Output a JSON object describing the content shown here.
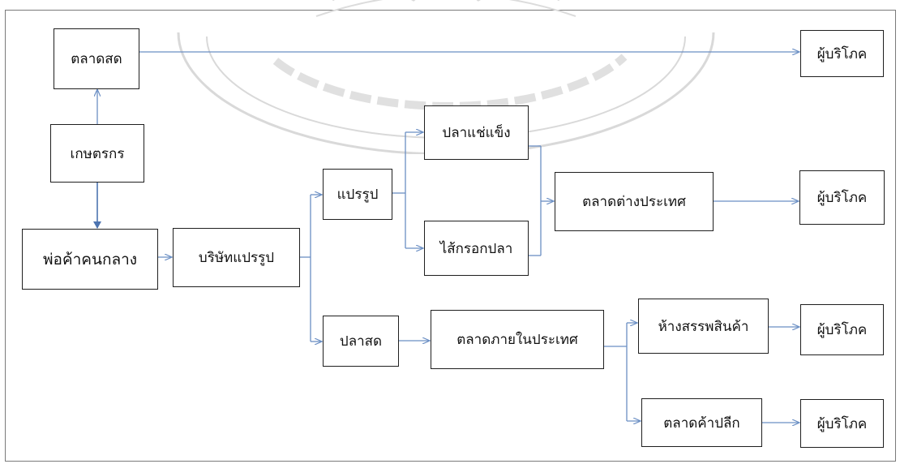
{
  "nodes": {
    "fresh_market": "ตลาดสด",
    "farmer": "เกษตรกร",
    "middleman": "พ่อค้าคนกลาง",
    "processor": "บริษัทแปรรูป",
    "processed": "แปรรูป",
    "frozen_fish": "ปลาแช่แข็ง",
    "fish_sausage": "ไส้กรอกปลา",
    "foreign_market": "ตลาดต่างประเทศ",
    "fresh_fish": "ปลาสด",
    "domestic_market": "ตลาดภายในประเทศ",
    "department_store": "ห้างสรรพสินค้า",
    "retail_market": "ตลาดค้าปลีก",
    "consumer_1": "ผู้บริโภค",
    "consumer_2": "ผู้บริโภค",
    "consumer_3": "ผู้บริโภค",
    "consumer_4": "ผู้บริโภค"
  },
  "colors": {
    "arrow": "#6b8fc4",
    "box_border": "#1f1f1f",
    "watermark": "#d6d6d6"
  }
}
